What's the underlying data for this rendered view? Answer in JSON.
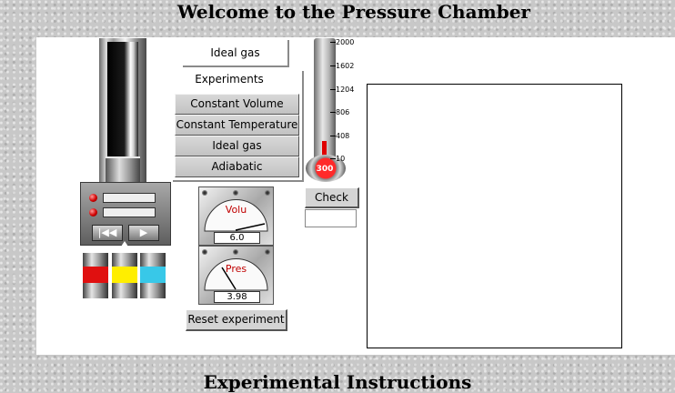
{
  "page": {
    "title": "Welcome to the Pressure Chamber",
    "instructions_heading": "Experimental Instructions"
  },
  "tabs": {
    "ideal_gas": "Ideal gas",
    "experiments": "Experiments"
  },
  "experiments": [
    {
      "label": "Constant Volume"
    },
    {
      "label": "Constant Temperature"
    },
    {
      "label": "Ideal gas"
    },
    {
      "label": "Adiabatic"
    }
  ],
  "gauges": {
    "volume": {
      "label": "Volu",
      "value": "6.0"
    },
    "pressure": {
      "label": "Pres",
      "value": "3.98"
    }
  },
  "thermometer": {
    "value": "300",
    "max": 2000,
    "ticks": [
      "2000",
      "1602",
      "1204",
      "806",
      "408",
      "10"
    ]
  },
  "controls": {
    "check_label": "Check",
    "check_value": "",
    "reset_label": "Reset experiment",
    "rewind_symbol": "|◀◀",
    "play_symbol": "▶"
  },
  "canisters": [
    {
      "color": "#e01010"
    },
    {
      "color": "#ffee00"
    },
    {
      "color": "#38c8e8"
    }
  ]
}
